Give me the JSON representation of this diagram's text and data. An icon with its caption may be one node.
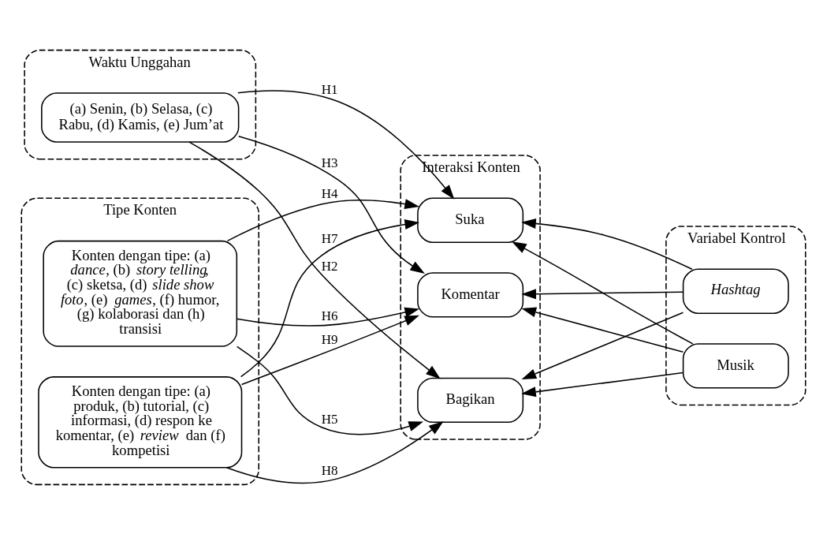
{
  "diagram": {
    "nodes": [
      {
        "text": [
          "Waktu Unggahan"
        ]
      },
      {
        "text": [
          "(a) Senin, (b) Selasa, (c) Rabu, (d) Kamis, (e) Jum’at"
        ],
        "in": 0
      },
      {
        "text": [
          "Tipe Konten"
        ]
      },
      {
        "text": [
          "Konten dengan tipe: (a) *dance*, (b) *story telling*, (c) sketsa, (d) *slide show foto*, (e) *games*, (f) humor, (g) kolaborasi dan (h) transisi"
        ],
        "in": 2
      },
      {
        "text": [
          "Konten dengan tipe: (a) produk, (b) tutorial, (c) informasi, (d) respon ke komentar, (e) *review* dan (f) kompetisi"
        ],
        "in": 2
      },
      {
        "text": [
          "Interaksi Konten"
        ]
      },
      {
        "text": [
          "Suka"
        ],
        "in": 5
      },
      {
        "text": [
          "Bagikan"
        ],
        "in": 5
      },
      {
        "text": [
          "Komentar"
        ],
        "in": 5
      },
      {
        "text": [
          "Variabel Kontrol"
        ]
      },
      {
        "text": [
          "Hashtag"
        ],
        "in": 9
      },
      {
        "text": [
          "Musik"
        ],
        "in": 9
      }
    ],
    "edges": [
      {
        "from": 1,
        "to": 6,
        "arrow": "to",
        "label": "H1"
      },
      {
        "from": 1,
        "to": 7,
        "arrow": "to",
        "label": "H2"
      },
      {
        "from": 1,
        "to": 8,
        "arrow": "to",
        "label": "H3"
      },
      {
        "from": 3,
        "to": 6,
        "arrow": "to",
        "label": "H4"
      },
      {
        "from": 3,
        "to": 7,
        "arrow": "to",
        "label": "H5"
      },
      {
        "from": 3,
        "to": 8,
        "arrow": "to",
        "label": "H6"
      },
      {
        "from": 4,
        "to": 6,
        "arrow": "to",
        "label": "H7"
      },
      {
        "from": 4,
        "to": 7,
        "arrow": "to",
        "label": "H8"
      },
      {
        "from": 4,
        "to": 8,
        "arrow": "to",
        "label": "H9"
      },
      {
        "from": 10,
        "to": 6,
        "arrow": "to"
      },
      {
        "from": 10,
        "to": 7,
        "arrow": "to"
      },
      {
        "from": 10,
        "to": 8,
        "arrow": "to"
      },
      {
        "from": 11,
        "to": 6,
        "arrow": "to"
      },
      {
        "from": 11,
        "to": 7,
        "arrow": "to"
      },
      {
        "from": 11,
        "to": 8,
        "arrow": "to"
      }
    ]
  }
}
